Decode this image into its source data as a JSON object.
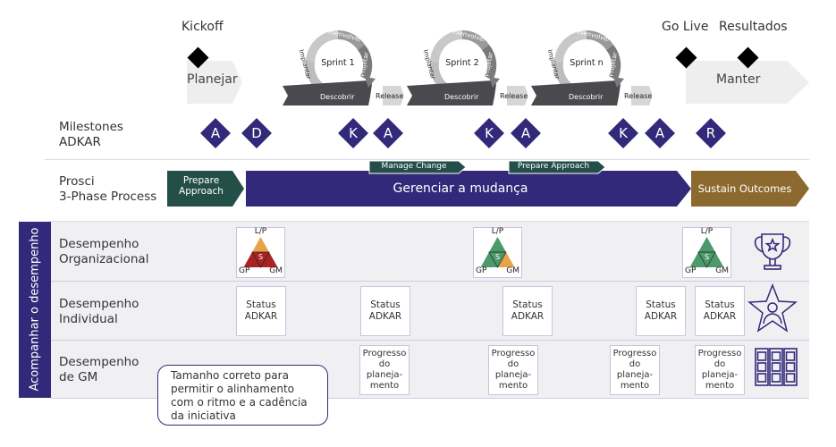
{
  "timeline": {
    "milestones": [
      {
        "label": "Kickoff"
      },
      {
        "label": "Go Live"
      },
      {
        "label": "Resultados"
      }
    ],
    "planejar_label": "Planejar",
    "manter_label": "Manter",
    "sprints": [
      {
        "name": "Sprint 1",
        "stages": {
          "desenvolver": "Desenvolver",
          "projetar": "Projetar",
          "implantar": "Implantar",
          "descobrir": "Descobrir"
        },
        "release_label": "Release"
      },
      {
        "name": "Sprint 2",
        "stages": {
          "desenvolver": "Desenvolver",
          "projetar": "Projetar",
          "implantar": "Implantar",
          "descobrir": "Descobrir"
        },
        "release_label": "Release"
      },
      {
        "name": "Sprint n",
        "stages": {
          "desenvolver": "Desenvolver",
          "projetar": "Projetar",
          "implantar": "Implantar",
          "descobrir": "Descobrir"
        },
        "release_label": "Release"
      }
    ]
  },
  "adkar_row": {
    "label_line1": "Milestones",
    "label_line2": "ADKAR",
    "letters": [
      "A",
      "D",
      "K",
      "A",
      "K",
      "A",
      "K",
      "A",
      "R"
    ]
  },
  "prosci_row": {
    "label_line1": "Prosci",
    "label_line2": "3-Phase Process",
    "prepare_line1": "Prepare",
    "prepare_line2": "Approach",
    "manage_label": "Gerenciar a mudança",
    "sub_manage_change": "Manage Change",
    "sub_prepare_approach": "Prepare Approach",
    "sustain_label": "Sustain Outcomes",
    "colors": {
      "prepare": "#234f48",
      "manage": "#33297a",
      "sustain": "#8c6a2f"
    }
  },
  "tracking": {
    "side_label": "Acompanhar o desempenho",
    "rows": [
      {
        "line1": "Desempenho",
        "line2": "Organizacional"
      },
      {
        "line1": "Desempenho",
        "line2": "Individual"
      },
      {
        "line1": "Desempenho",
        "line2": "de GM"
      }
    ],
    "triangle_labels": {
      "top": "L/P",
      "center": "S",
      "left": "GP",
      "right": "GM"
    },
    "triangles": [
      {
        "status": "red-orange",
        "top": "#e8a34a",
        "left": "#a82424",
        "center": "#a82424",
        "right": "#a82424"
      },
      {
        "status": "green-orange",
        "top": "#4c9a6c",
        "left": "#4c9a6c",
        "center": "#4c9a6c",
        "right": "#e8a34a"
      },
      {
        "status": "green",
        "top": "#4c9a6c",
        "left": "#4c9a6c",
        "center": "#4c9a6c",
        "right": "#4c9a6c"
      }
    ],
    "status_box": {
      "line1": "Status",
      "line2": "ADKAR"
    },
    "progress_box": {
      "line1": "Progresso",
      "line2": "do",
      "line3": "planeja-",
      "line4": "mento"
    },
    "callout": {
      "line1": "Tamanho correto para",
      "line2": "permitir o alinhamento",
      "line3": "com o ritmo e a cadência",
      "line4": "da iniciativa"
    }
  }
}
